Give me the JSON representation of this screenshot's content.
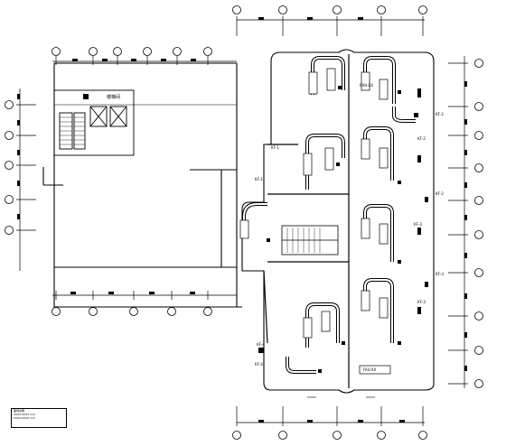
{
  "drawing": {
    "room_label_stair_core": "楼梯间",
    "legend": {
      "title": "图例说明",
      "line1": "XXXX-XXXX mm",
      "line2": "XXXX-XXXX mm"
    },
    "equipment_tags": [
      "KF-1",
      "KF-1",
      "KF-2",
      "KF-2",
      "KF-2",
      "KF-3",
      "KF-3",
      "KF-3",
      "KF-4",
      "KF-4"
    ],
    "unit_label": "RAH-XX",
    "bottom_label": "FAU-XX"
  }
}
